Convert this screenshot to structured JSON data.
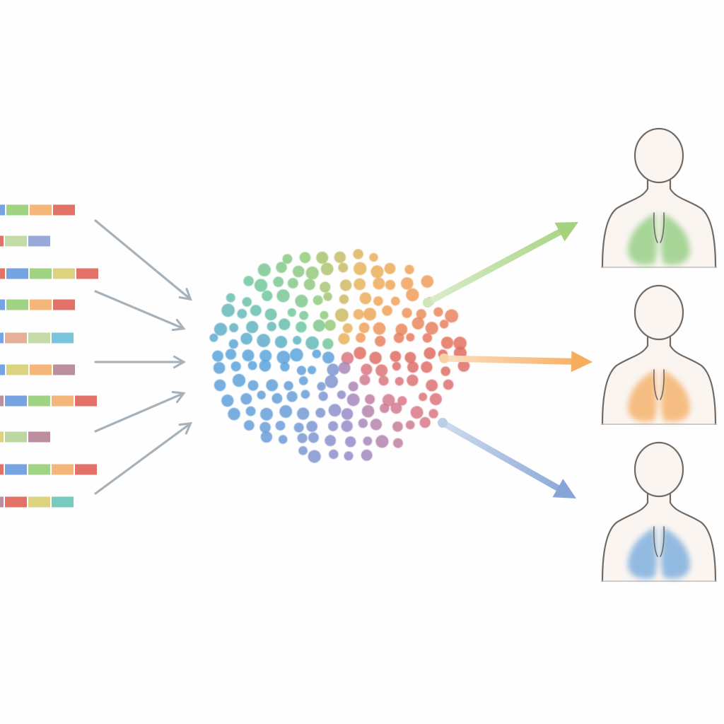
{
  "colors": {
    "background": "#fefefe",
    "input_arrow": "#a7b1b9",
    "outline": "#6f6a66",
    "skin": "#faf5f1",
    "segment_palette": [
      "#6a9be0",
      "#99cf7b",
      "#f4b06e",
      "#e0655a",
      "#c0d89f",
      "#8ea3d5",
      "#d9cf75",
      "#6dc0d8",
      "#b58598",
      "#e3a88f",
      "#68c7b9",
      "#b7d49a"
    ],
    "cluster_gradient": [
      "#5aa5dc",
      "#6fc6a2",
      "#92cc7c",
      "#e9b45c",
      "#f2a05c",
      "#e06d62",
      "#9b8bc8"
    ]
  },
  "sequences": [
    [
      "#6a9be0",
      "#99cf7b",
      "#f4b06e",
      "#e0655a"
    ],
    [
      "#e0655a",
      "#c0d89f",
      "#8ea3d5"
    ],
    [
      "#e0655a",
      "#6a9be0",
      "#99cf7b",
      "#d9cf75",
      "#e0655a"
    ],
    [
      "#6a9be0",
      "#99cf7b",
      "#f4b06e",
      "#e0655a"
    ],
    [
      "#6a9be0",
      "#e3a88f",
      "#c0d89f",
      "#6dc0d8"
    ],
    [
      "#6a9be0",
      "#d9cf75",
      "#f4b06e",
      "#b58598"
    ],
    [
      "#b58598",
      "#6a9be0",
      "#99cf7b",
      "#f4b06e",
      "#e0655a"
    ],
    [
      "#d9cf75",
      "#b7d49a",
      "#b58598"
    ],
    [
      "#e0655a",
      "#6a9be0",
      "#99cf7b",
      "#f4b06e",
      "#e0655a"
    ],
    [
      "#b58598",
      "#e0655a",
      "#d9cf75",
      "#68c7b9"
    ]
  ],
  "outcomes": [
    {
      "name": "green-outcome",
      "arrow_color": "#a5d27f",
      "lung_color": "#7cc569"
    },
    {
      "name": "orange-outcome",
      "arrow_color": "#f6ad5e",
      "lung_color": "#f4a04a"
    },
    {
      "name": "blue-outcome",
      "arrow_color": "#86a4d6",
      "lung_color": "#5b9bd9"
    }
  ]
}
